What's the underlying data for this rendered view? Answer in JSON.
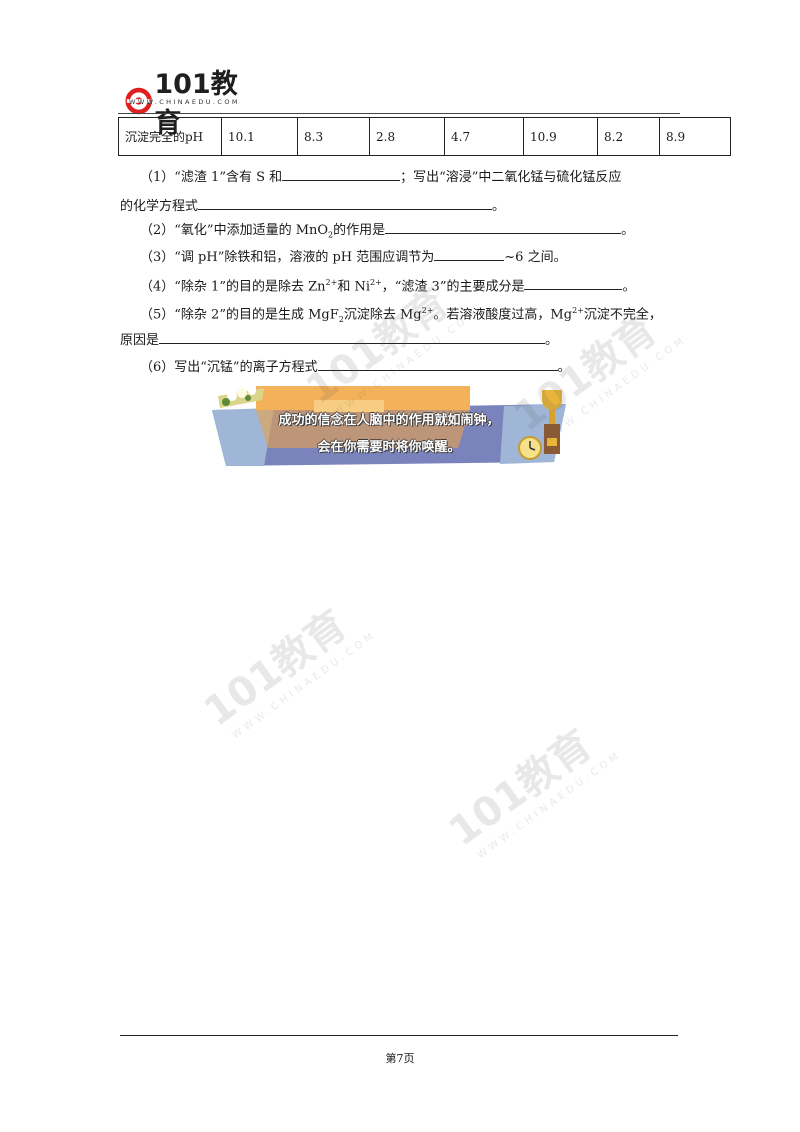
{
  "header": {
    "logo_main": "101教育",
    "logo_sub": "WWW.CHINAEDU.COM"
  },
  "table": {
    "label": "沉淀完全的pH",
    "values": [
      "10.1",
      "8.3",
      "2.8",
      "4.7",
      "10.9",
      "8.2",
      "8.9"
    ]
  },
  "questions": {
    "q1": {
      "a": "（1）“滤渣 1”含有 S 和",
      "b": "；写出“溶浸”中二氧化锰与硫化锰反应",
      "c": "的化学方程式",
      "d": "。"
    },
    "q2": {
      "a": "（2）“氧化”中添加适量的 MnO",
      "sub": "2",
      "b": "的作用是",
      "c": "。"
    },
    "q3": {
      "a": "（3）“调 pH”除铁和铝，溶液的 pH 范围应调节为",
      "b": "~6 之间。"
    },
    "q4": {
      "a": "（4）“除杂 1”的目的是除去 Zn",
      "sup1": "2+",
      "b": "和 Ni",
      "sup2": "2+",
      "c": "，“滤渣 3”的主要成分是",
      "d": "。"
    },
    "q5": {
      "a": "（5）“除杂 2”的目的是生成 MgF",
      "sub": "2",
      "b": "沉淀除去 Mg",
      "sup1": "2+",
      "c": "。若溶液酸度过高，Mg",
      "sup2": "2+",
      "d": "沉淀不完全，",
      "e": "原因是",
      "f": "。"
    },
    "q6": {
      "a": "（6）写出“沉锰”的离子方程式",
      "b": "。"
    }
  },
  "banner": {
    "line1": "成功的信念在人脑中的作用就如闹钟，",
    "line2": "会在你需要时将你唤醒。"
  },
  "watermark": {
    "main": "101教育",
    "sub": "WWW.CHINAEDU.COM"
  },
  "footer": {
    "page": "第7页"
  }
}
